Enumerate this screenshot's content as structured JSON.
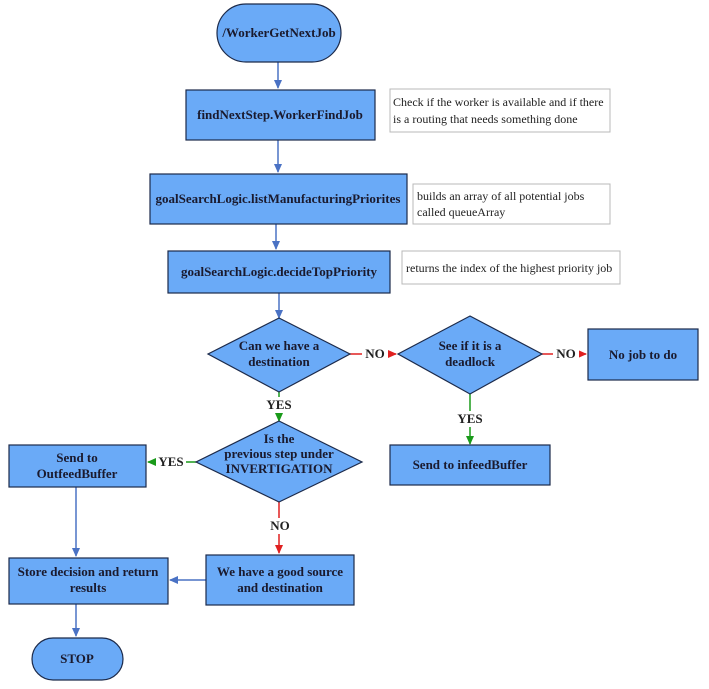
{
  "colors": {
    "node_fill": "#6aaaf7",
    "node_stroke": "#1c2a4a",
    "flow_arrow": "#4a72c4",
    "no_arrow": "#e02020",
    "yes_arrow": "#1a9a1a",
    "note_stroke": "#b8b8b8"
  },
  "nodes": {
    "start": "/WorkerGetNextJob",
    "find_job": "findNextStep.WorkerFindJob",
    "list_priorities": "goalSearchLogic.listManufacturingPriorites",
    "decide_top": "goalSearchLogic.decideTopPriority",
    "have_destination": [
      "Can we have a",
      "destination"
    ],
    "deadlock": [
      "See if it is a",
      "deadlock"
    ],
    "no_job": "No job to do",
    "previous_step": [
      "Is the",
      "previous step under",
      "INVERTIGATION"
    ],
    "send_outfeed": [
      "Send to",
      "OutfeedBuffer"
    ],
    "send_infeed": "Send to infeedBuffer",
    "good_source": [
      "We have a good source",
      "and destination"
    ],
    "store_decision": [
      "Store decision and return",
      "results"
    ],
    "stop": "STOP"
  },
  "notes": {
    "find_job": [
      "Check if the worker is available and if there",
      "is a routing that needs something done"
    ],
    "list_priorities": [
      "builds an array of all potential jobs",
      "called queueArray"
    ],
    "decide_top": [
      "returns the index of the highest priority job"
    ]
  },
  "edges": {
    "no_1": "NO",
    "no_2": "NO",
    "yes_1": "YES",
    "yes_2": "YES",
    "yes_3": "YES",
    "no_3": "NO"
  }
}
